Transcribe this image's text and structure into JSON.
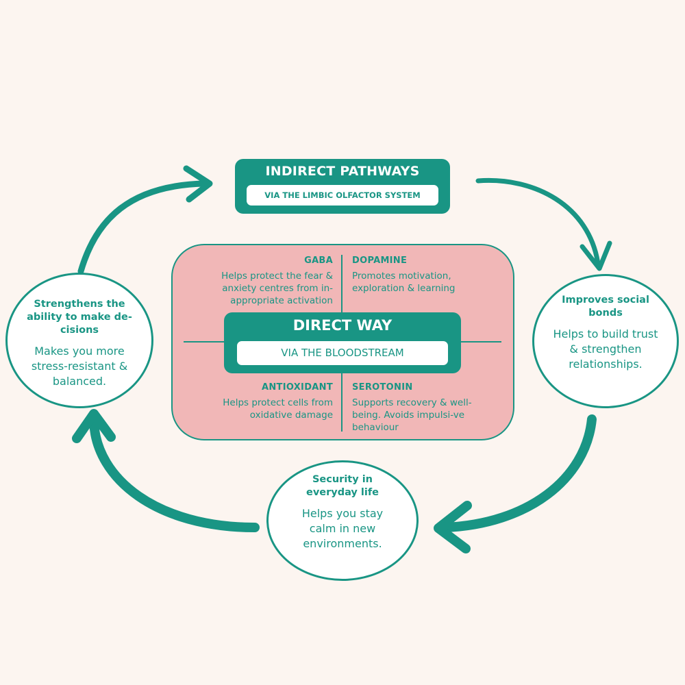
{
  "indirect": {
    "title": "INDIRECT PATHWAYS",
    "subtitle": "VIA THE LIMBIC OLFACTOR SYSTEM"
  },
  "direct": {
    "title": "DIRECT WAY",
    "subtitle": "VIA THE BLOODSTREAM"
  },
  "quadrants": {
    "gaba": {
      "title": "GABA",
      "text": "Helps protect the fear & anxiety centres from in-appropriate activation"
    },
    "dopamine": {
      "title": "DOPAMINE",
      "text": "Promotes motivation, exploration & learning"
    },
    "antioxidant": {
      "title": "ANTIOXIDANT",
      "text": "Helps protect cells from oxidative damage"
    },
    "serotonin": {
      "title": "SEROTONIN",
      "text": "Supports recovery & well-being. Avoids impulsi-ve behaviour"
    }
  },
  "circles": {
    "decisions": {
      "title": "Strengthens the ability to make de-cisions",
      "text": "Makes you more stress-resistant & balanced."
    },
    "social": {
      "title": "Improves social bonds",
      "text": "Helps to build trust & strengthen relationships."
    },
    "security": {
      "title": "Security in everyday life",
      "text": "Helps you stay calm in new environments."
    }
  },
  "colors": {
    "accent": "#199584",
    "panel": "#f1b7b7",
    "background": "#fcf5f0"
  }
}
